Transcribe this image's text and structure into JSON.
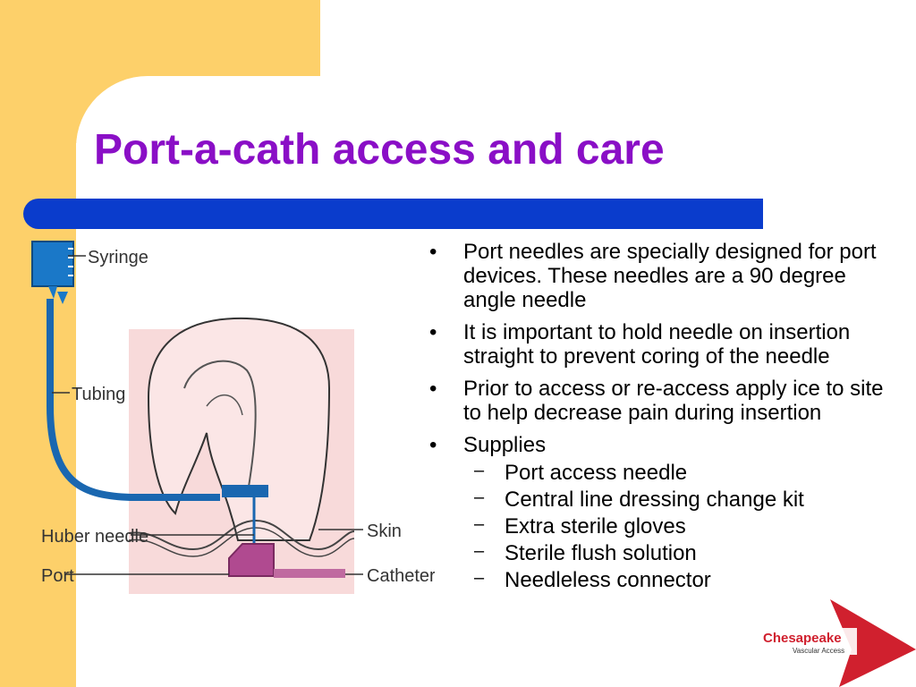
{
  "slide": {
    "title": "Port-a-cath access and care",
    "bullets": [
      "Port needles are specially designed for port devices. These needles are a 90 degree angle needle",
      "It is important to hold needle on insertion straight to prevent coring of the needle",
      "Prior to access or re-access apply ice to site to help decrease pain during insertion",
      "Supplies"
    ],
    "supplies": [
      "Port access needle",
      "Central line dressing change kit",
      "Extra sterile gloves",
      "Sterile flush solution",
      "Needleless connector"
    ]
  },
  "illustration": {
    "labels": {
      "syringe": "Syringe",
      "tubing": "Tubing",
      "huber_needle": "Huber needle",
      "port": "Port",
      "skin": "Skin",
      "catheter": "Catheter"
    }
  },
  "logo": {
    "brand": "Chesapeake",
    "tagline": "Vascular Access"
  },
  "colors": {
    "title": "#8a0fc6",
    "bar": "#0a3ccc",
    "background_accent": "#fdd06a",
    "logo_red": "#d0202e"
  }
}
